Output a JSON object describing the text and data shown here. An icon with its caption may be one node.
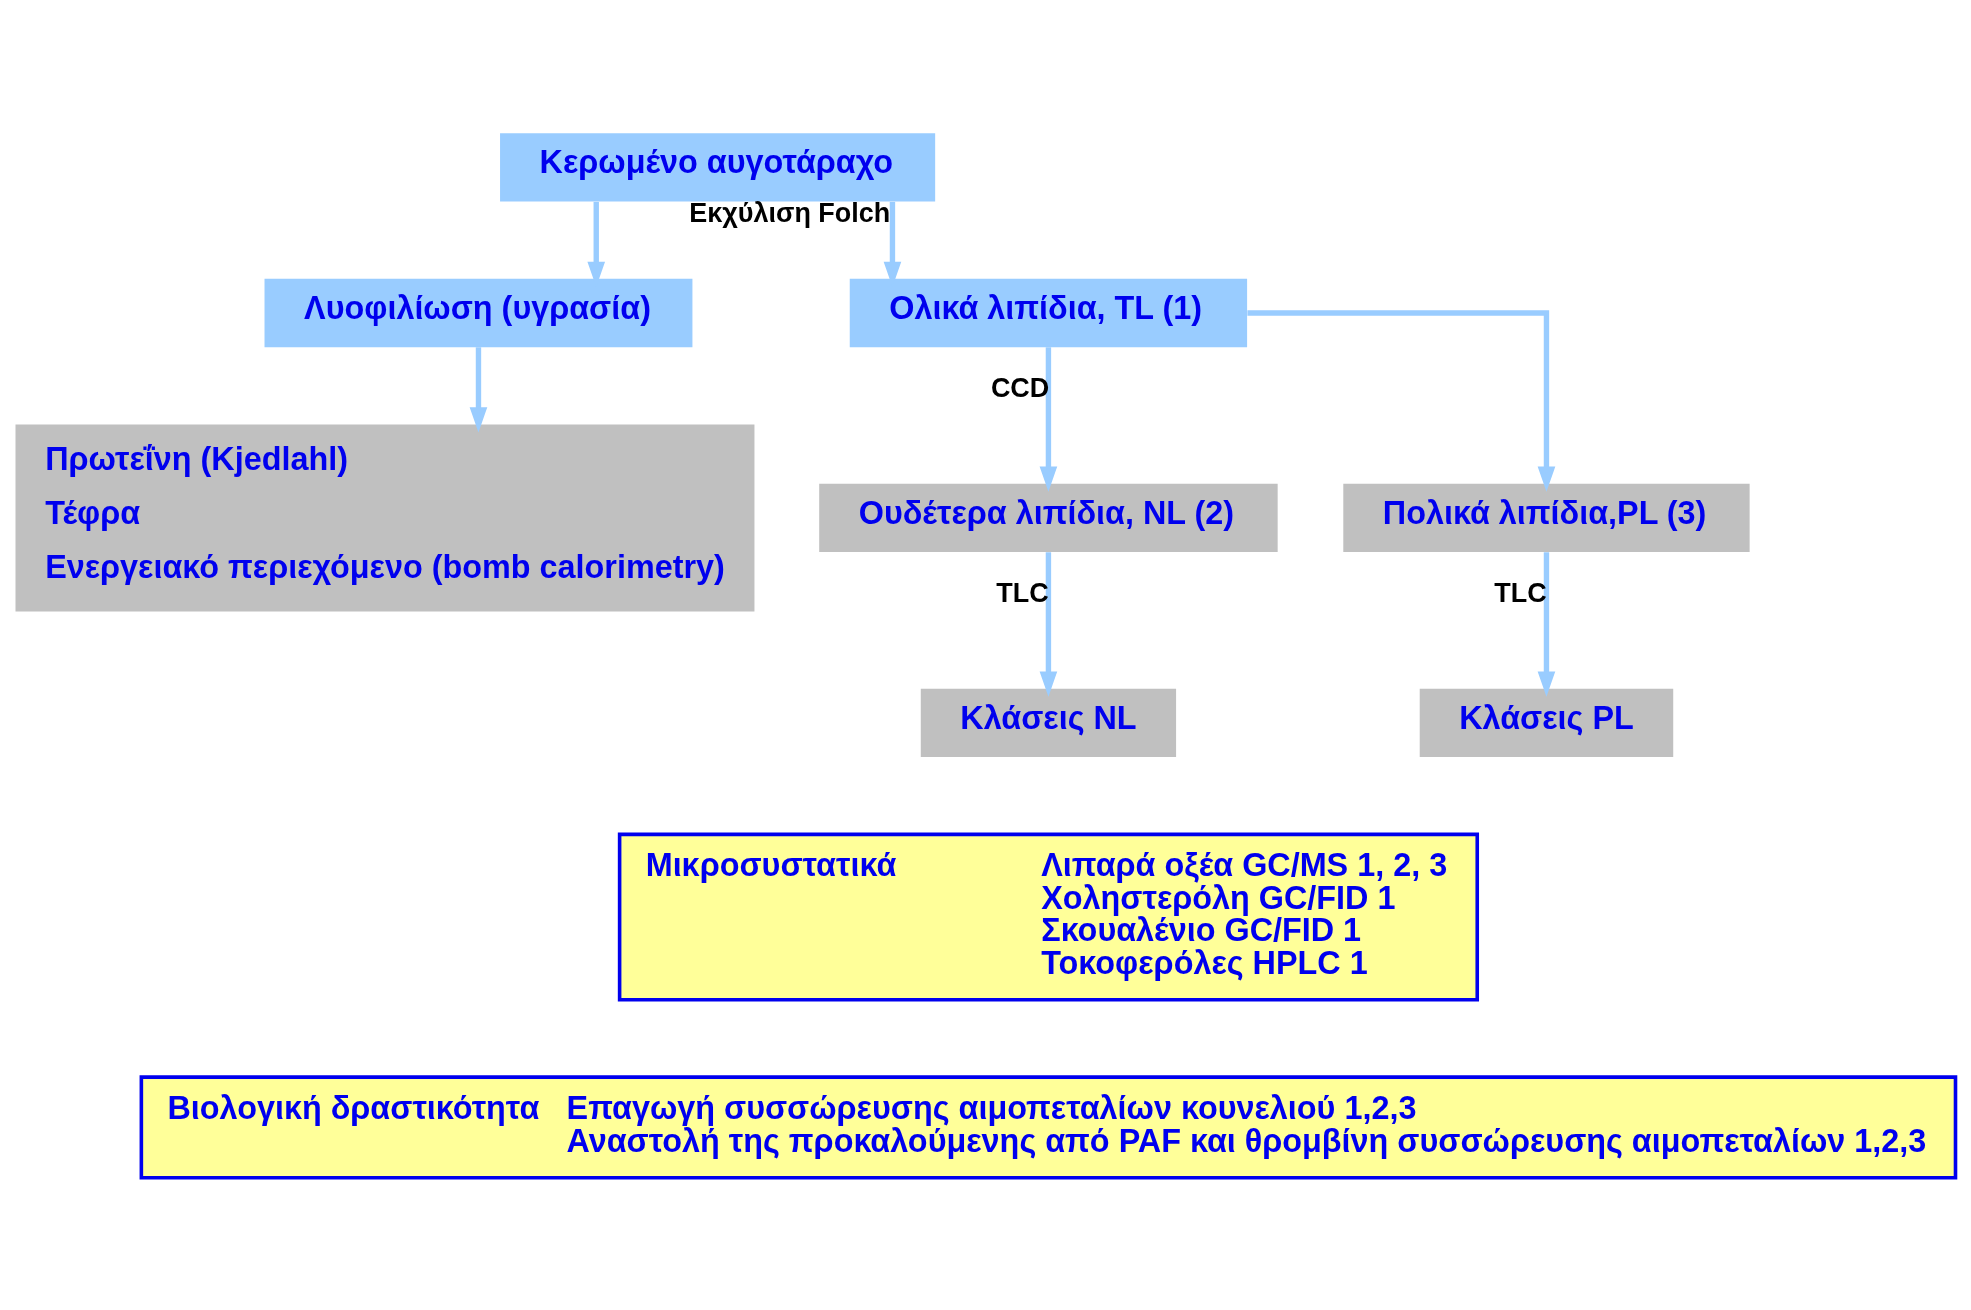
{
  "diagram": {
    "nodes": [
      {
        "text": [
          "Κερωμένο αυγοτάραχο"
        ]
      },
      {
        "text": [
          "Λυοφιλίωση (υγρασία)"
        ]
      },
      {
        "text": [
          "Ολικά λιπίδια, TL (1)"
        ]
      },
      {
        "text": [
          "Πρωτεΐνη (Kjedlahl)",
          "Τέφρα",
          "Ενεργειακό περιεχόμενο (bomb calorimetry)"
        ]
      },
      {
        "text": [
          "Ουδέτερα λιπίδια, NL (2)"
        ]
      },
      {
        "text": [
          "Πολικά λιπίδια,PL (3)"
        ]
      },
      {
        "text": [
          "Κλάσεις NL"
        ]
      },
      {
        "text": [
          "Κλάσεις PL"
        ]
      },
      {
        "text": [
          "Μικροσυστατικά",
          "Λιπαρά οξέα GC/MS 1, 2, 3",
          "Χοληστερόλη GC/FID 1",
          "Σκουαλένιο GC/FID 1",
          "Τοκοφερόλες HPLC 1"
        ]
      },
      {
        "text": [
          "Βιολογική δραστικότητα",
          "Επαγωγή συσσώρευσης αιμοπεταλίων κουνελιού 1,2,3",
          "Αναστολή της προκαλούμενης από PAF και θρομβίνη συσσώρευσης αιμοπεταλίων 1,2,3"
        ]
      }
    ],
    "edges": [
      {
        "from": 0,
        "to": 1,
        "arrow": "to"
      },
      {
        "from": 0,
        "to": 2,
        "arrow": "to",
        "label": "Εκχύλιση Folch"
      },
      {
        "from": 1,
        "to": 3,
        "arrow": "to"
      },
      {
        "from": 2,
        "to": 4,
        "arrow": "to",
        "label": "CCD"
      },
      {
        "from": 2,
        "to": 5,
        "arrow": "to"
      },
      {
        "from": 4,
        "to": 6,
        "arrow": "to",
        "label": "TLC"
      },
      {
        "from": 5,
        "to": 7,
        "arrow": "to",
        "label": "TLC"
      }
    ]
  }
}
